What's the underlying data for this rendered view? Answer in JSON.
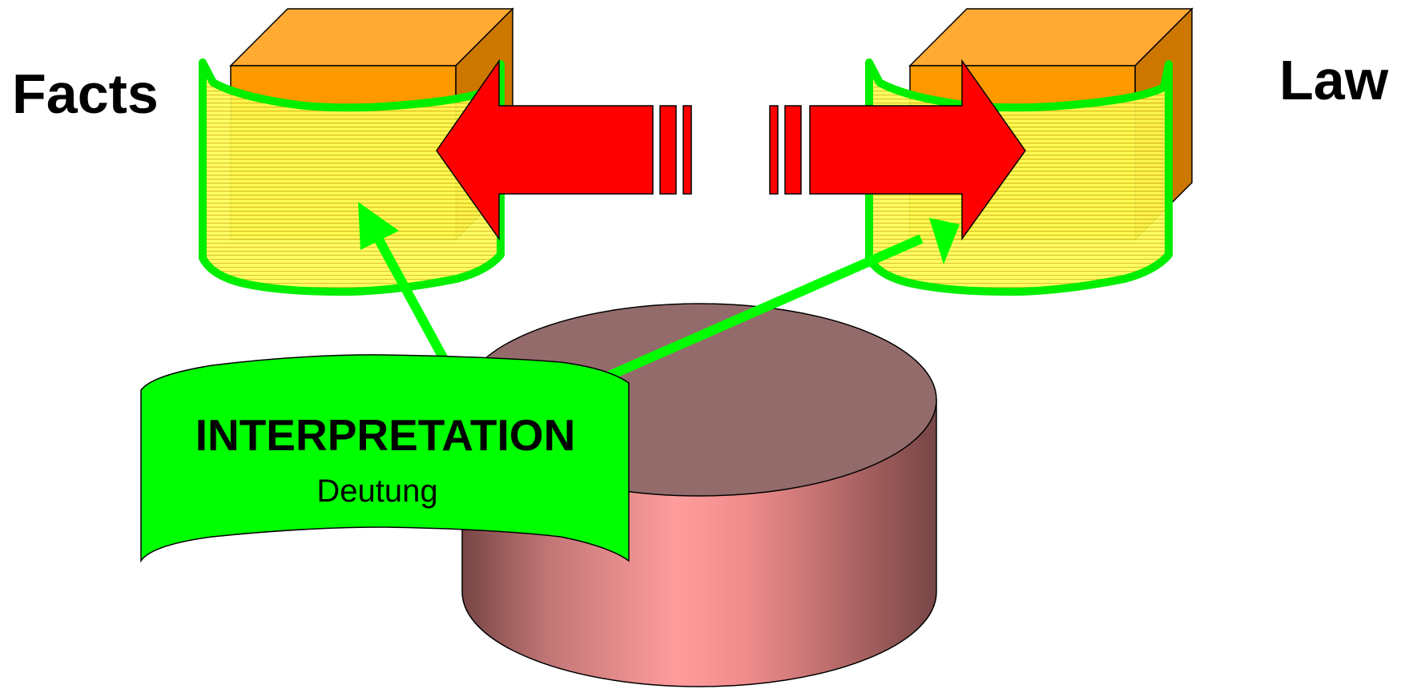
{
  "labels": {
    "left": "Facts",
    "right": "Law",
    "banner_title": "INTERPRETATION",
    "banner_subtitle": "Deutung"
  },
  "colors": {
    "box_top": "#FFAA33",
    "box_front": "#FF9900",
    "box_side": "#CC7700",
    "container_outline": "#00EE00",
    "container_fill": "#FFFF55",
    "arrow_red": "#FF0000",
    "banner_green": "#00FF00",
    "cylinder_top": "#946B6B",
    "cylinder_body_light": "#FF9999",
    "cylinder_body_dark": "#7A4848",
    "connector_green": "#00FF00"
  }
}
